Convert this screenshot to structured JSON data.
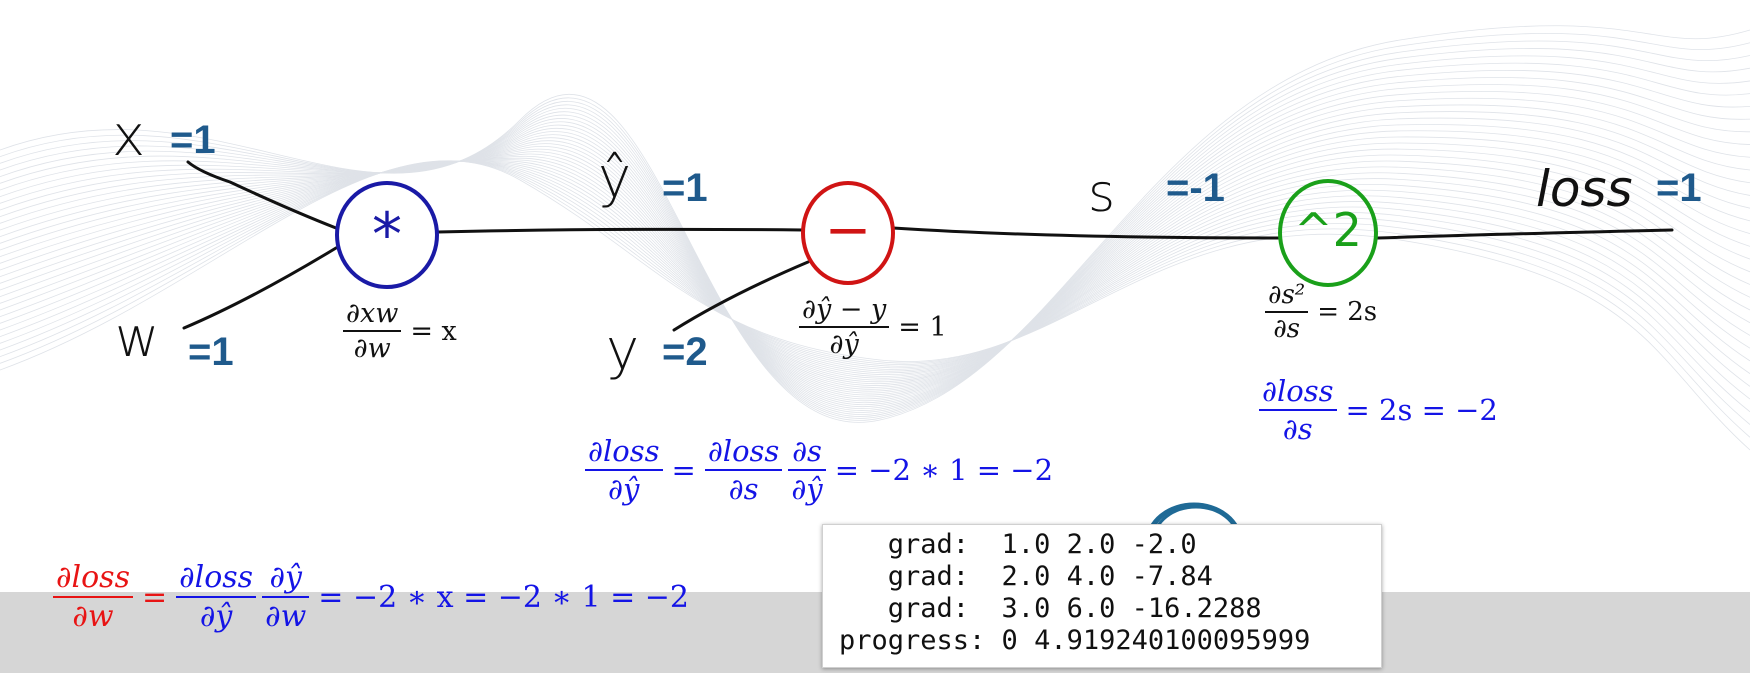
{
  "graph": {
    "inputs": [
      {
        "symbol": "x",
        "value": "=1"
      },
      {
        "symbol": "w",
        "value": "=1"
      },
      {
        "symbol": "y",
        "value": "=2"
      }
    ],
    "edges": [
      {
        "symbol": "ŷ",
        "value": "=1"
      },
      {
        "symbol": "s",
        "value": "=-1"
      },
      {
        "symbol": "loss",
        "value": "=1"
      }
    ],
    "nodes": [
      {
        "symbol": "*",
        "color": "#1a1aa6"
      },
      {
        "symbol": "−",
        "color": "#d01414"
      },
      {
        "symbol": "^2",
        "color": "#1aa01a"
      }
    ]
  },
  "equations": {
    "mul_local": {
      "num": "∂xw",
      "den": "∂w",
      "rhs": "= x"
    },
    "sub_local": {
      "num": "∂ŷ − y",
      "den": "∂ŷ",
      "rhs": "= 1"
    },
    "sq_local": {
      "num": "∂s²",
      "den": "∂s",
      "rhs": "= 2s"
    },
    "dloss_ds": {
      "num": "∂loss",
      "den": "∂s",
      "rhs": "= 2s = −2"
    },
    "dloss_dyhat": {
      "lhs_num": "∂loss",
      "lhs_den": "∂ŷ",
      "f1_num": "∂loss",
      "f1_den": "∂s",
      "f2_num": "∂s",
      "f2_den": "∂ŷ",
      "rhs": "= −2 ∗ 1 = −2"
    },
    "dloss_dw": {
      "lhs_num": "∂loss",
      "lhs_den": "∂w",
      "f1_num": "∂loss",
      "f1_den": "∂ŷ",
      "f2_num": "∂ŷ",
      "f2_den": "∂w",
      "rhs": "= −2 ∗ x = −2 ∗ 1 = −2"
    }
  },
  "terminal": {
    "lines": [
      "   grad:  1.0 2.0 -2.0",
      "   grad:  2.0 4.0 -7.84",
      "   grad:  3.0 6.0 -16.2288",
      "progress: 0 4.919240100095999"
    ]
  },
  "colors": {
    "value_label": "#1f5a8c",
    "derivative_blue": "#1414e6",
    "derivative_red": "#e81414",
    "highlight_circle": "#1f6a96"
  }
}
